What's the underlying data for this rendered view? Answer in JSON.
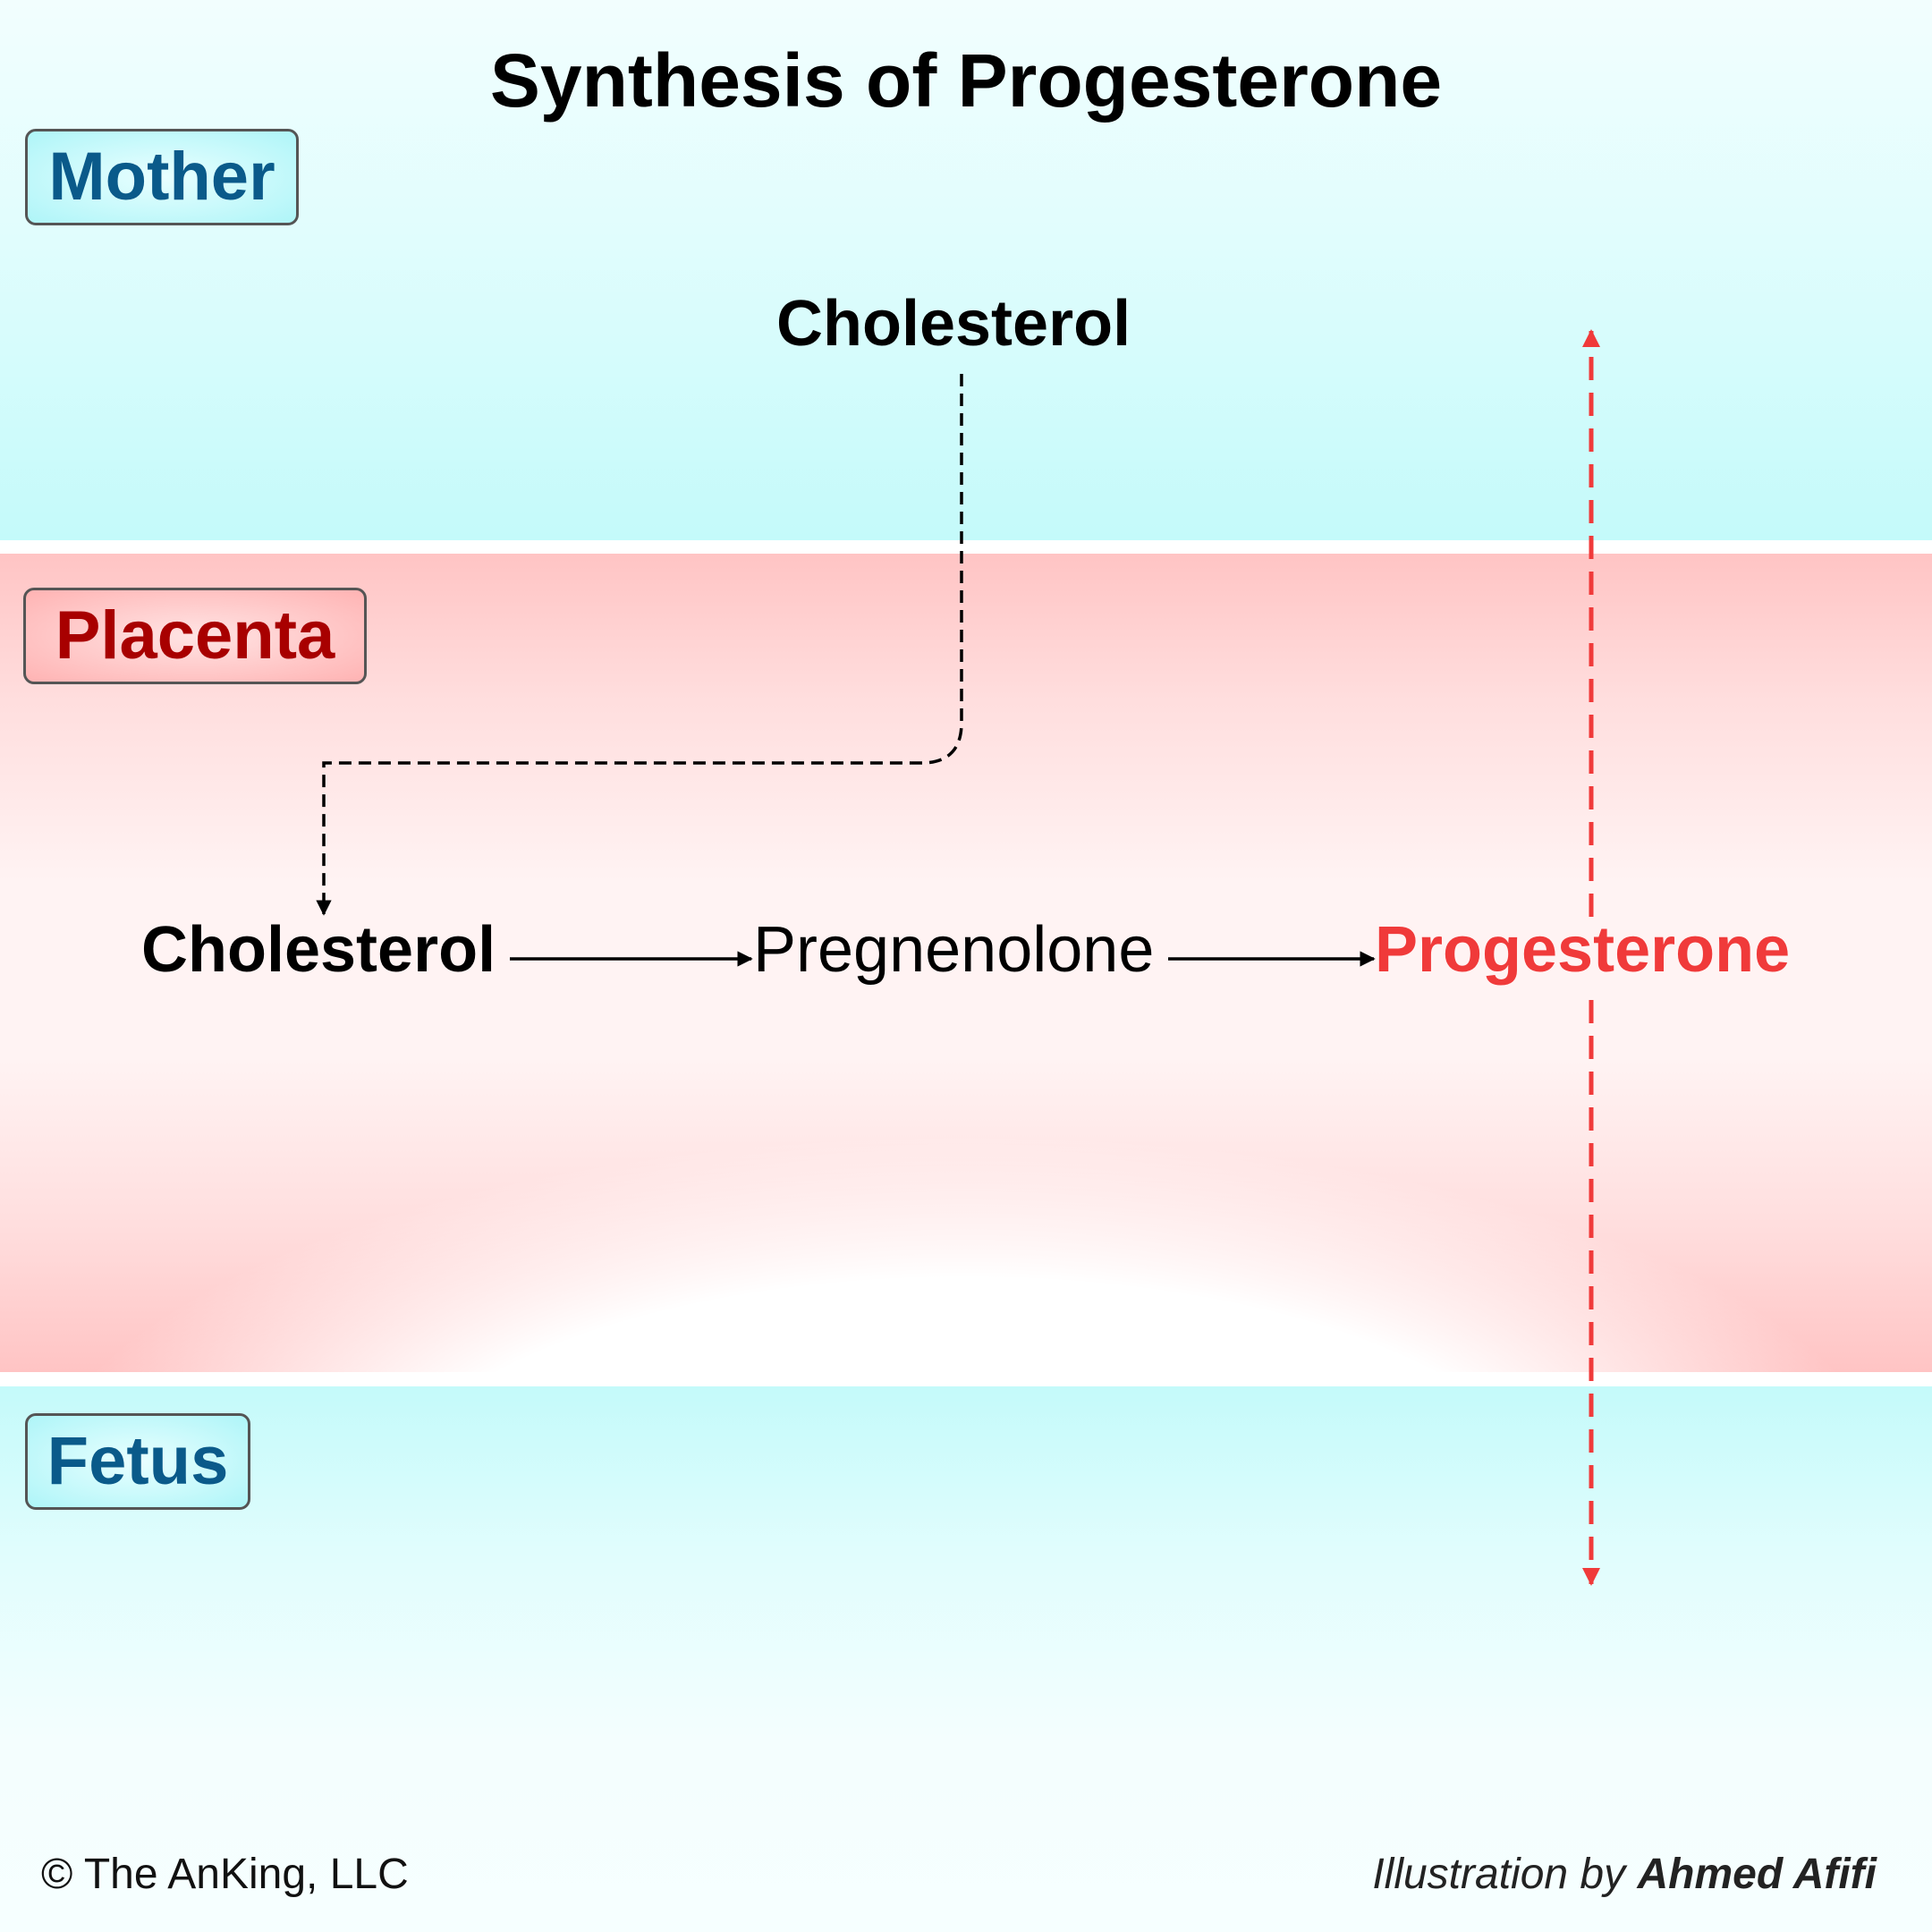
{
  "diagram": {
    "title": "Synthesis of Progesterone",
    "regions": {
      "mother": {
        "label": "Mother",
        "color": "#0a5a8a"
      },
      "placenta": {
        "label": "Placenta",
        "color": "#a80000"
      },
      "fetus": {
        "label": "Fetus",
        "color": "#0a5a8a"
      }
    },
    "nodes": {
      "cholesterol_mother": "Cholesterol",
      "cholesterol_placenta": "Cholesterol",
      "pregnenolone": "Pregnenolone",
      "progesterone": "Progesterone"
    },
    "edges": [
      {
        "from": "cholesterol_mother",
        "to": "cholesterol_placenta",
        "style": "dashed",
        "color": "#000000"
      },
      {
        "from": "cholesterol_placenta",
        "to": "pregnenolone",
        "style": "solid",
        "color": "#000000"
      },
      {
        "from": "pregnenolone",
        "to": "progesterone",
        "style": "solid",
        "color": "#000000"
      },
      {
        "from": "progesterone",
        "to": "mother",
        "style": "dashed",
        "color": "#f03a3a"
      },
      {
        "from": "progesterone",
        "to": "fetus",
        "style": "dashed",
        "color": "#f03a3a"
      }
    ],
    "progesterone_color": "#f03a3a"
  },
  "footer": {
    "copyright": "© The AnKing, LLC",
    "credit_prefix": "Illustration by",
    "credit_name": "Ahmed Afifi"
  }
}
